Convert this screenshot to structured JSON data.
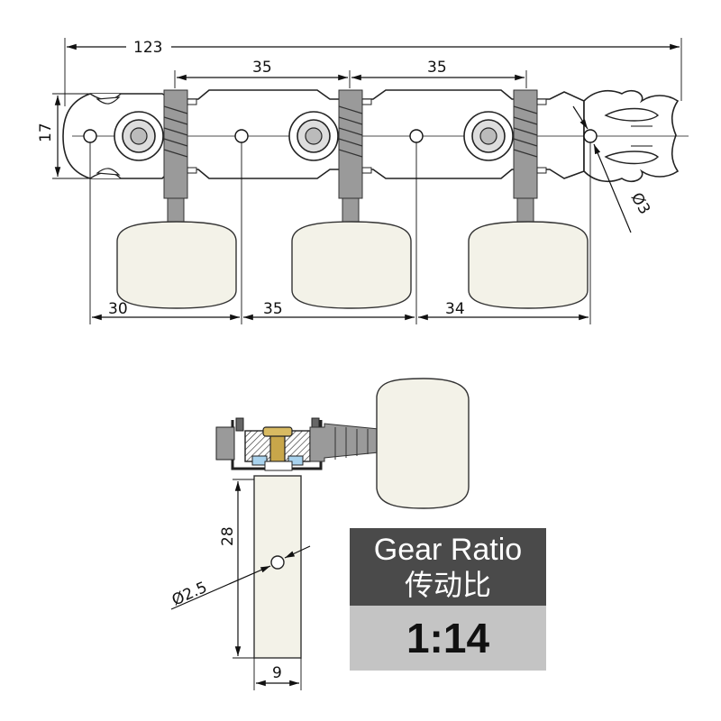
{
  "dimensions": {
    "overall_length": "123",
    "spacing_1": "35",
    "spacing_2": "35",
    "plate_height": "17",
    "hole_diameter": "Ø3",
    "bottom_1": "30",
    "bottom_2": "35",
    "bottom_3": "34",
    "post_length": "28",
    "post_hole": "Ø2.5",
    "post_width": "9"
  },
  "gear": {
    "label_en": "Gear Ratio",
    "label_cn": "传动比",
    "ratio": "1:14"
  },
  "colors": {
    "box_dark": "#4a4a4a",
    "box_light": "#c4c4c4",
    "shaft_gray": "#9a9a9a",
    "knob_ivory": "#f3f2e8",
    "brass": "#c8a64a",
    "nylon_blue": "#a9d3ee"
  }
}
